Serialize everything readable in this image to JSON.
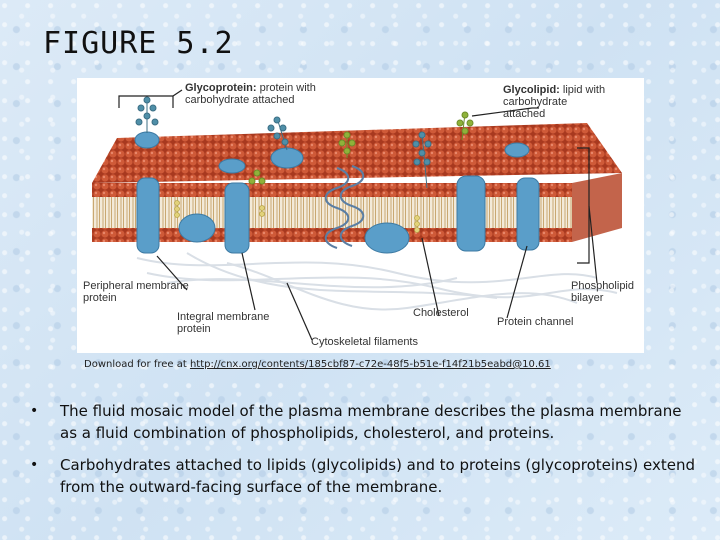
{
  "slide": {
    "title": "FIGURE 5.2"
  },
  "figure": {
    "labels": {
      "glycoprotein_term": "Glycoprotein:",
      "glycoprotein_line1": " protein with",
      "glycoprotein_line2": "carbohydrate attached",
      "glycolipid_term": "Glycolipid:",
      "glycolipid_line1": " lipid with",
      "glycolipid_line2": "carbohydrate",
      "glycolipid_line3": "attached",
      "peripheral_line1": "Peripheral membrane",
      "peripheral_line2": "protein",
      "integral_line1": "Integral membrane",
      "integral_line2": "protein",
      "cytoskeletal": "Cytoskeletal filaments",
      "cholesterol": "Cholesterol",
      "protein_channel": "Protein channel",
      "phospholipid_line1": "Phospholipid",
      "phospholipid_line2": "bilayer"
    },
    "colors": {
      "lipid_head": "#c24a2c",
      "protein": "#5a9ec9",
      "carbohydrate": "#4f8fa8",
      "glycolipid_sugar": "#8fb23a",
      "cholesterol": "#e2d27a"
    }
  },
  "credit": {
    "prefix": "Download for free at ",
    "link": "http://cnx.org/contents/185cbf87-c72e-48f5-b51e-f14f21b5eabd@10.61"
  },
  "bullets": [
    "The fluid mosaic model of the plasma membrane describes the plasma membrane as a fluid combination of phospholipids, cholesterol, and proteins.",
    "Carbohydrates attached to lipids (glycolipids) and to proteins (glycoproteins) extend from the outward-facing surface of the membrane."
  ],
  "bullet_symbol": "•"
}
